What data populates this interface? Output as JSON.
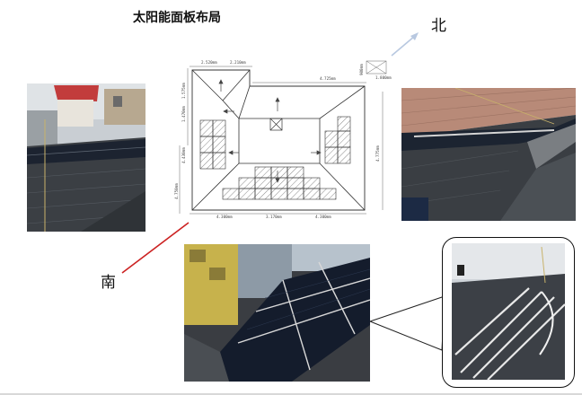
{
  "title": "太阳能面板布局",
  "north_label": "北",
  "south_label": "南",
  "plan": {
    "dims_top": [
      "2.520mm",
      "2.210mm",
      "4.725mm"
    ],
    "dims_bottom": [
      "4.300mm",
      "3.170mm",
      "4.300mm"
    ],
    "dims_left": [
      "1.575mm",
      "1.470mm",
      "4.430mm",
      "4.750mm"
    ],
    "dims_right": [
      "4.775mm"
    ],
    "dims_inset": [
      "900mm",
      "1.800mm"
    ]
  },
  "colors": {
    "north_arrow": "#b8c8e0",
    "south_line": "#cc2222",
    "panel": "#1a2233",
    "roof": "#3e4348"
  }
}
